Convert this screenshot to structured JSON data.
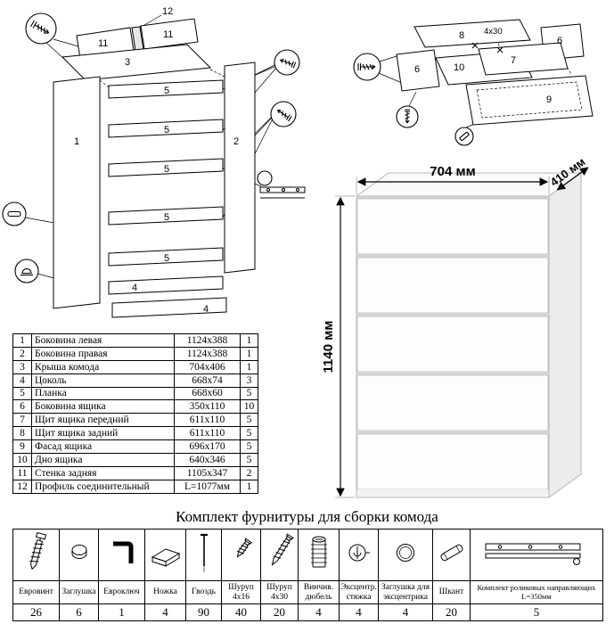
{
  "title": "Комплект фурнитуры для сборки комода",
  "dresser": {
    "width_label": "704 мм",
    "depth_label": "410 мм",
    "height_label": "1140 мм"
  },
  "diagram_left": {
    "labels": {
      "p1": "1",
      "p2": "2",
      "p3": "3",
      "p4a": "4",
      "p4b": "4",
      "p5a": "5",
      "p5b": "5",
      "p5c": "5",
      "p5d": "5",
      "p5e": "5",
      "p11a": "11",
      "p11b": "11",
      "p12": "12"
    }
  },
  "diagram_right": {
    "labels": {
      "p6a": "6",
      "p6b": "6",
      "p7": "7",
      "p8": "8",
      "p9": "9",
      "p10": "10",
      "screw_size": "4х30"
    }
  },
  "parts_table": {
    "rows": [
      {
        "num": "1",
        "name": "Боковина левая",
        "size": "1124x388",
        "qty": "1"
      },
      {
        "num": "2",
        "name": "Боковина правая",
        "size": "1124x388",
        "qty": "1"
      },
      {
        "num": "3",
        "name": "Крыша комода",
        "size": "704x406",
        "qty": "1"
      },
      {
        "num": "4",
        "name": "Цоколь",
        "size": "668x74",
        "qty": "3"
      },
      {
        "num": "5",
        "name": "Планка",
        "size": "668x60",
        "qty": "5"
      },
      {
        "num": "6",
        "name": "Боковина ящика",
        "size": "350x110",
        "qty": "10"
      },
      {
        "num": "7",
        "name": "Щит ящика передний",
        "size": "611x110",
        "qty": "5"
      },
      {
        "num": "8",
        "name": "Щит ящика задний",
        "size": "611x110",
        "qty": "5"
      },
      {
        "num": "9",
        "name": "Фасад ящика",
        "size": "696x170",
        "qty": "5"
      },
      {
        "num": "10",
        "name": "Дно ящика",
        "size": "640x346",
        "qty": "5"
      },
      {
        "num": "11",
        "name": "Стенка задняя",
        "size": "1105x347",
        "qty": "2"
      },
      {
        "num": "12",
        "name": "Профиль соединительный",
        "size": "L=1077мм",
        "qty": "1"
      }
    ]
  },
  "hardware": {
    "items": [
      {
        "name": "Евровинт",
        "qty": "26",
        "icon": "confirmat-screw-icon"
      },
      {
        "name": "Заглушка",
        "qty": "6",
        "icon": "cap-plug-icon"
      },
      {
        "name": "Евроключ",
        "qty": "1",
        "icon": "hex-key-icon"
      },
      {
        "name": "Ножка",
        "qty": "4",
        "icon": "furniture-foot-icon"
      },
      {
        "name": "Гвоздь",
        "qty": "90",
        "icon": "nail-icon"
      },
      {
        "name": "Шуруп 4х16",
        "qty": "40",
        "icon": "wood-screw-short-icon"
      },
      {
        "name": "Шуруп 4х30",
        "qty": "20",
        "icon": "wood-screw-long-icon"
      },
      {
        "name": "Винчив. дюбель",
        "qty": "4",
        "icon": "screw-in-dowel-icon"
      },
      {
        "name": "Эксцентр. стяжка",
        "qty": "4",
        "icon": "cam-lock-icon"
      },
      {
        "name": "Заглушка для эксцентрика",
        "qty": "4",
        "icon": "cam-cover-icon"
      },
      {
        "name": "Шкант",
        "qty": "20",
        "icon": "dowel-pin-icon"
      },
      {
        "name": "Комплект роликовых направляющих L=350мм",
        "qty": "5",
        "icon": "drawer-slides-icon"
      }
    ]
  },
  "colors": {
    "line": "#000000",
    "dresser_edge": "#b4b4b4",
    "drawer_gap": "#d4d4d4"
  }
}
